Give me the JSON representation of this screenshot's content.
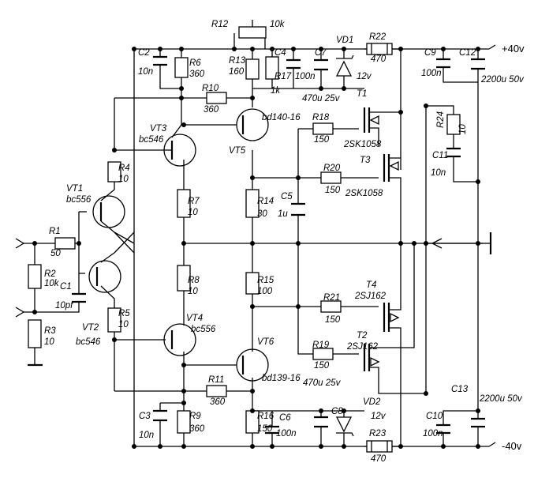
{
  "labels": {
    "R1": {
      "ref": "R1",
      "value": "50"
    },
    "R2": {
      "ref": "R2",
      "value": "10k"
    },
    "R3": {
      "ref": "R3",
      "value": "10"
    },
    "R4": {
      "ref": "R4",
      "value": "10"
    },
    "R5": {
      "ref": "R5",
      "value": "10"
    },
    "R6": {
      "ref": "R6",
      "value": "360"
    },
    "R7": {
      "ref": "R7",
      "value": "10"
    },
    "R8": {
      "ref": "R8",
      "value": "10"
    },
    "R9": {
      "ref": "R9",
      "value": "360"
    },
    "R10": {
      "ref": "R10",
      "value": "360"
    },
    "R11": {
      "ref": "R11",
      "value": "360"
    },
    "R12": {
      "ref": "R12",
      "value": "10k"
    },
    "R13": {
      "ref": "R13",
      "value": "160"
    },
    "R14": {
      "ref": "R14",
      "value": "30"
    },
    "R15": {
      "ref": "R15",
      "value": "100"
    },
    "R16": {
      "ref": "R16",
      "value": "150"
    },
    "R17": {
      "ref": "R17",
      "value": "1k"
    },
    "R18": {
      "ref": "R18",
      "value": "150"
    },
    "R19": {
      "ref": "R19",
      "value": "150"
    },
    "R20": {
      "ref": "R20",
      "value": "150"
    },
    "R21": {
      "ref": "R21",
      "value": "150"
    },
    "R22": {
      "ref": "R22",
      "value": "470"
    },
    "R23": {
      "ref": "R23",
      "value": "470"
    },
    "R24": {
      "ref": "R24",
      "value": "10"
    },
    "C1": {
      "ref": "C1",
      "value": "10pf"
    },
    "C2": {
      "ref": "C2",
      "value": "10n"
    },
    "C3": {
      "ref": "C3",
      "value": "10n"
    },
    "C4": {
      "ref": "C4",
      "value": "100n"
    },
    "C5": {
      "ref": "C5",
      "value": "1u"
    },
    "C6": {
      "ref": "C6",
      "value": "100n"
    },
    "C7": {
      "ref": "C7",
      "value": "470u 25v"
    },
    "C8": {
      "ref": "C8",
      "value": "470u 25v"
    },
    "C9": {
      "ref": "C9",
      "value": "100n"
    },
    "C10": {
      "ref": "C10",
      "value": "100n"
    },
    "C11": {
      "ref": "C11",
      "value": "10n"
    },
    "C12": {
      "ref": "C12",
      "value": "2200u 50v"
    },
    "C13": {
      "ref": "C13",
      "value": "2200u 50v"
    },
    "VD1": {
      "ref": "VD1",
      "value": "12v"
    },
    "VD2": {
      "ref": "VD2",
      "value": "12v"
    },
    "VT1": {
      "ref": "VT1",
      "value": "bc556"
    },
    "VT2": {
      "ref": "VT2",
      "value": "bc546"
    },
    "VT3": {
      "ref": "VT3",
      "value": "bc546"
    },
    "VT4": {
      "ref": "VT4",
      "value": "bc556"
    },
    "VT5": {
      "ref": "VT5",
      "value": "bd140-16"
    },
    "VT6": {
      "ref": "VT6",
      "value": "bd139-16"
    },
    "T1": {
      "ref": "T1",
      "value": "2SK1058"
    },
    "T2": {
      "ref": "T2",
      "value": "2SJ162"
    },
    "T3": {
      "ref": "T3",
      "value": "2SK1058"
    },
    "T4": {
      "ref": "T4",
      "value": "2SJ162"
    },
    "plus_rail": "+40v",
    "minus_rail": "-40v"
  }
}
